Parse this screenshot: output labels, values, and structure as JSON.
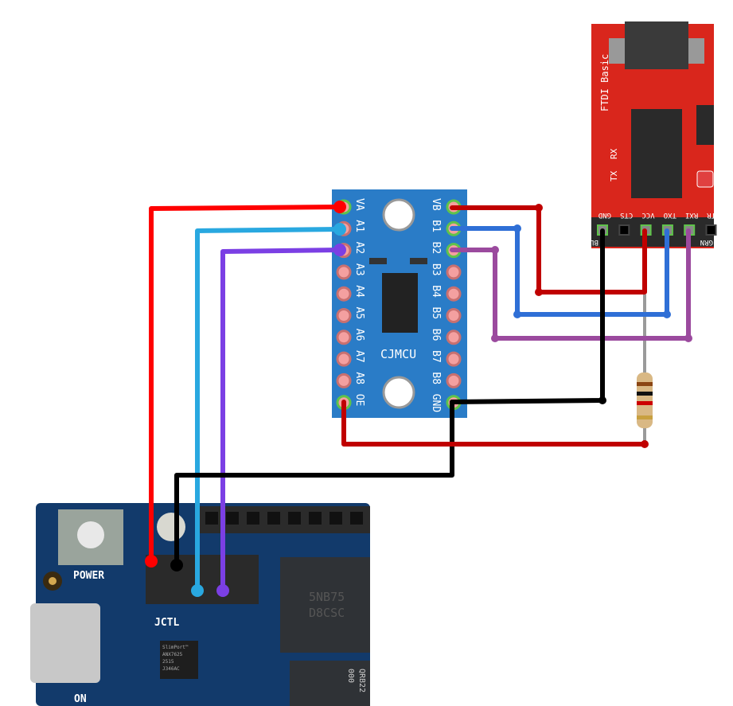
{
  "cjmcu": {
    "title": "CJMCU",
    "left_pins": [
      "VA",
      "A1",
      "A2",
      "A3",
      "A4",
      "A5",
      "A6",
      "A7",
      "A8",
      "OE"
    ],
    "right_pins": [
      "VB",
      "B1",
      "B2",
      "B3",
      "B4",
      "B5",
      "B6",
      "B7",
      "B8",
      "GND"
    ],
    "board_color": "#2a7cc7"
  },
  "ftdi": {
    "title": "FTDI Basic",
    "led_tx": "TX",
    "led_rx": "RX",
    "pins": [
      "GND",
      "CTS",
      "VCC",
      "TXO",
      "RXI",
      "DTR"
    ],
    "bottom_left": "BLK",
    "bottom_right": "GRN",
    "board_color": "#d9261c"
  },
  "arduino": {
    "power_label": "POWER",
    "header_label": "JCTL",
    "on_label": "ON",
    "chip1": [
      "SlimPort™",
      "ANX7625",
      "2515",
      "J346AC"
    ],
    "chip2": [
      "5NB75",
      "D8CSC"
    ],
    "chip3": [
      "QRB22",
      "000"
    ],
    "board_color": "#123a6b"
  },
  "wires": {
    "red": "#ff0000",
    "light_blue": "#29a8e0",
    "purple": "#7b3fe4",
    "black": "#000000",
    "dark_red": "#c00000",
    "blue": "#2f6fd6",
    "magenta": "#9b4a9e",
    "grey": "#9a9a9a"
  }
}
